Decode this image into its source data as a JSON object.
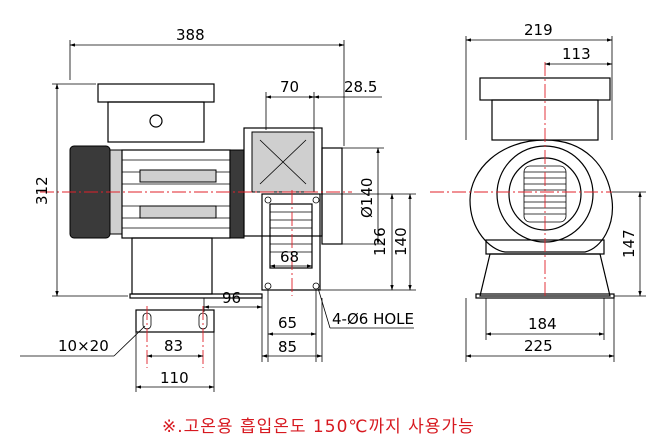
{
  "dimensions": {
    "overall_width": "388",
    "overall_height": "312",
    "width_70": "70",
    "width_28_5": "28.5",
    "dia_140": "Ø140",
    "height_126": "126",
    "height_140": "140",
    "width_68": "68",
    "offset_96": "96",
    "width_65": "65",
    "width_85": "85",
    "hole_label": "4-Ø6 HOLE",
    "slot_10x20": "10×20",
    "width_83": "83",
    "width_110": "110",
    "side_width_219": "219",
    "side_width_113": "113",
    "side_height_147": "147",
    "base_width_184": "184",
    "base_width_225": "225"
  },
  "note": "※.고온용 흡입온도 150℃까지 사용가능",
  "colors": {
    "centerline": "#e0202a",
    "note": "#d71920",
    "line": "#000000"
  }
}
